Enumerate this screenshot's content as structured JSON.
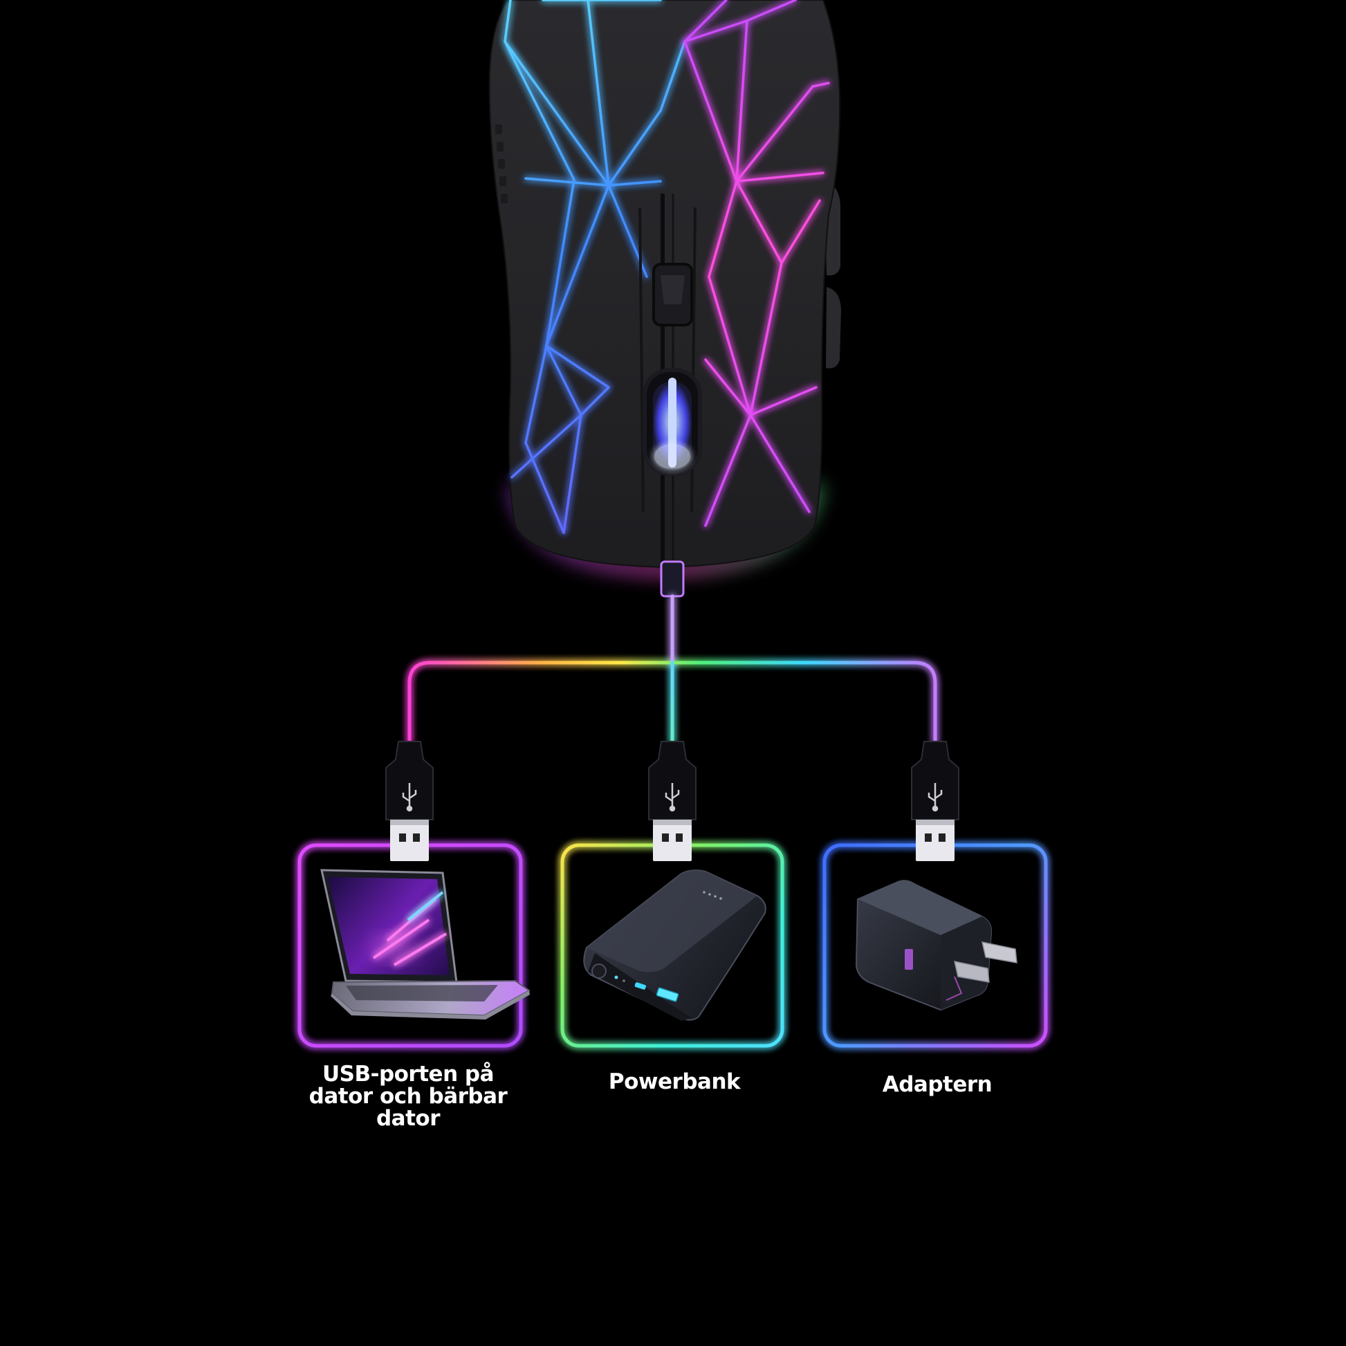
{
  "captions": {
    "usb": "USB-porten på dator och bärbar dator",
    "powerbank": "Powerbank",
    "adapter": "Adaptern"
  },
  "devices": [
    {
      "id": "laptop",
      "icon": "laptop-icon",
      "frame_color": "#d247e8"
    },
    {
      "id": "powerbank",
      "icon": "powerbank-icon",
      "frame_color": "#7ef06a"
    },
    {
      "id": "adapter",
      "icon": "wall-adapter-icon",
      "frame_color": "#4f7bff"
    }
  ],
  "colors": {
    "background": "#000000",
    "neon_pink": "#ff3fd8",
    "neon_yellow": "#ffe94a",
    "neon_green": "#52f07a",
    "neon_cyan": "#3fd8ff",
    "neon_blue": "#3f6bff",
    "neon_purple": "#a24bff"
  }
}
